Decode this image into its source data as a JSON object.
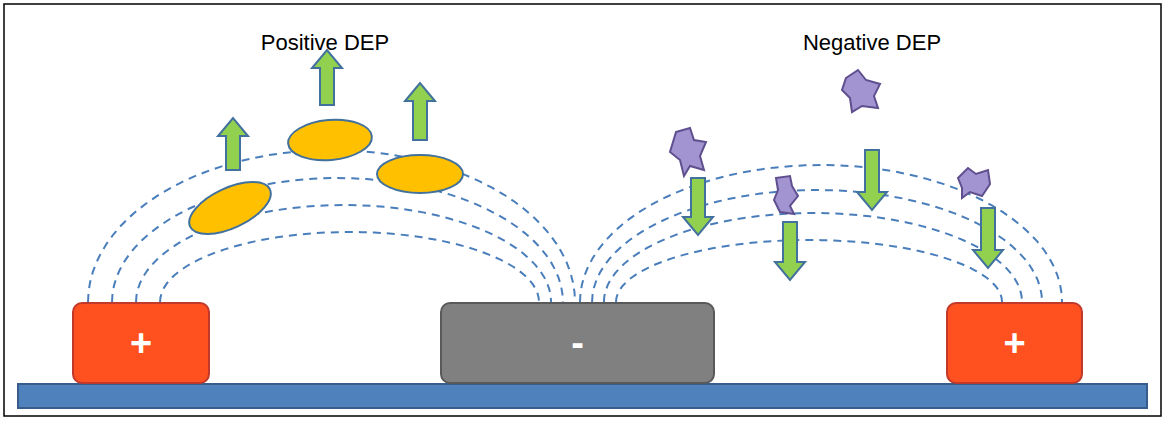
{
  "diagram": {
    "nodes": [
      {
        "text": [
          "+"
        ]
      },
      {
        "text": [
          "-"
        ]
      },
      {
        "text": [
          "+"
        ]
      }
    ],
    "edges": [
      {
        "from": 0,
        "to": 1,
        "arrow": "none"
      },
      {
        "from": 0,
        "to": 1,
        "arrow": "none"
      },
      {
        "from": 0,
        "to": 1,
        "arrow": "none"
      },
      {
        "from": 0,
        "to": 1,
        "arrow": "none"
      },
      {
        "from": 1,
        "to": 2,
        "arrow": "none"
      },
      {
        "from": 1,
        "to": 2,
        "arrow": "none"
      },
      {
        "from": 1,
        "to": 2,
        "arrow": "none"
      },
      {
        "from": 1,
        "to": 2,
        "arrow": "none"
      }
    ],
    "labels": [
      "Positive DEP",
      "Negative DEP"
    ]
  }
}
